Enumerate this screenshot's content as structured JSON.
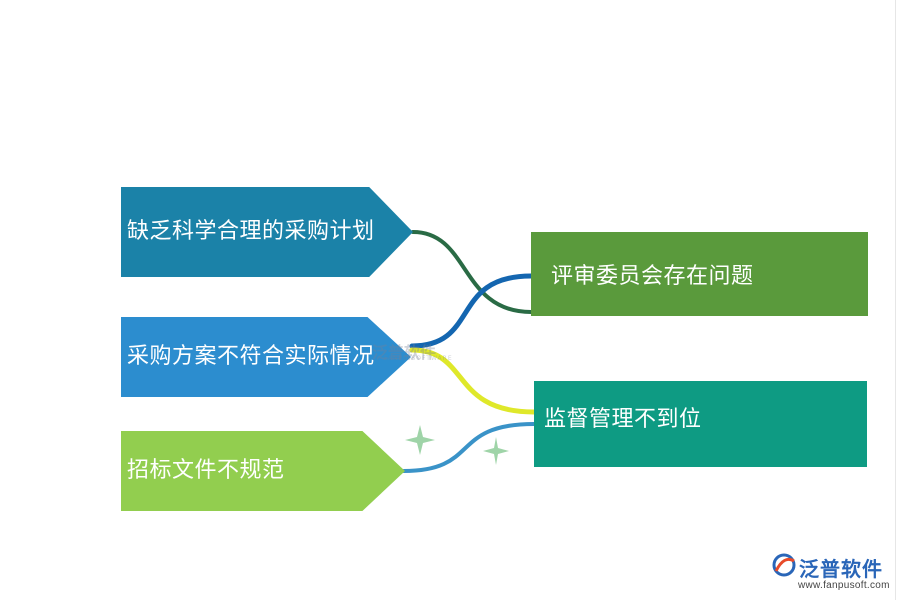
{
  "diagram": {
    "left_items": [
      {
        "label": "缺乏科学合理的采购计划",
        "color": "#1b82a8"
      },
      {
        "label": "采购方案不符合实际情况",
        "color": "#2c8dcf"
      },
      {
        "label": "招标文件不规范",
        "color": "#92ce4f"
      }
    ],
    "right_items": [
      {
        "label": "评审委员会存在问题",
        "color": "#5a9a3c"
      },
      {
        "label": "监督管理不到位",
        "color": "#0e9b83"
      }
    ],
    "connector_colors": {
      "c1": "#2a6b45",
      "c2": "#1466b0",
      "c3": "#dfe82a",
      "c4": "#3a93c8"
    },
    "sparkle_color": "#9fd4a8"
  },
  "watermark": {
    "main": "泛普软件",
    "sub": "FANPU SOFTWARE"
  },
  "logo": {
    "name": "泛普软件",
    "url": "www.fanpusoft.com",
    "brand_color": "#2a66b8",
    "accent_color": "#e84b2a"
  }
}
